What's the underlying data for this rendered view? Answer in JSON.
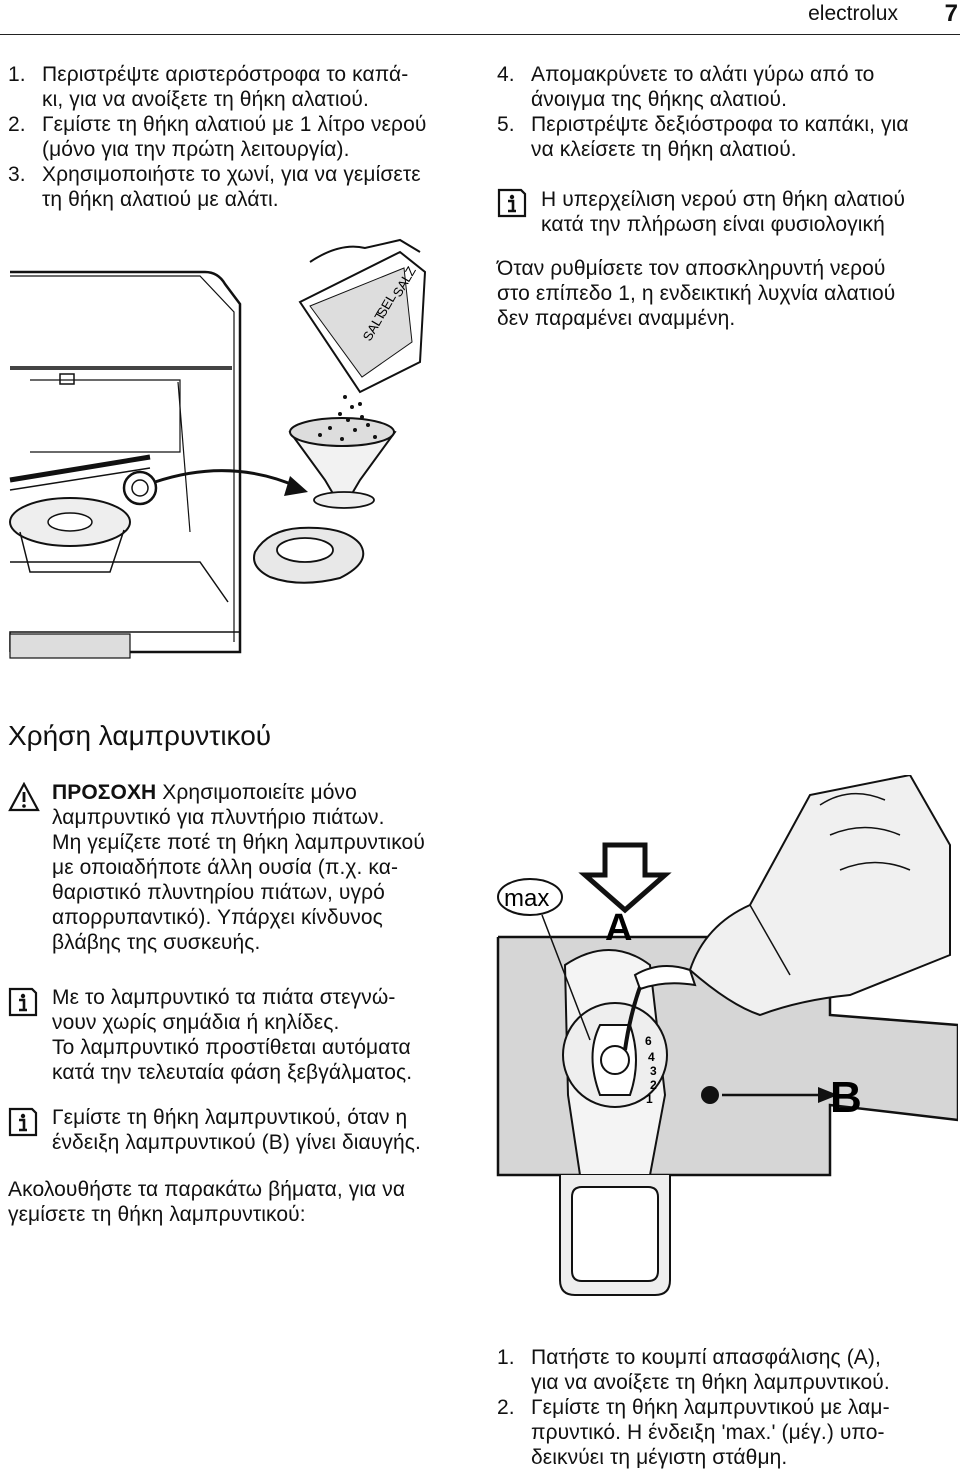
{
  "header": {
    "brand": "electrolux",
    "page_number": "7"
  },
  "salt_steps_left": [
    {
      "num": "1.",
      "lines": [
        "Περιστρέψτε αριστερόστροφα το καπά-",
        "κι, για να ανοίξετε τη θήκη αλατιού."
      ]
    },
    {
      "num": "2.",
      "lines": [
        "Γεμίστε τη θήκη αλατιού με 1 λίτρο νερού",
        "(μόνο για την πρώτη λειτουργία)."
      ]
    },
    {
      "num": "3.",
      "lines": [
        "Χρησιμοποιήστε το χωνί, για να γεμίσετε",
        "τη θήκη αλατιού με αλάτι."
      ]
    }
  ],
  "salt_steps_right": [
    {
      "num": "4.",
      "lines": [
        "Απομακρύνετε το αλάτι γύρω από το",
        "άνοιγμα της θήκης αλατιού."
      ]
    },
    {
      "num": "5.",
      "lines": [
        "Περιστρέψτε δεξιόστροφα το καπάκι, για",
        "να κλείσετε τη θήκη αλατιού."
      ]
    }
  ],
  "salt_info": {
    "lines": [
      "Η υπερχείλιση νερού στη θήκη αλατιού",
      "κατά την πλήρωση είναι φυσιολογική"
    ]
  },
  "salt_note": {
    "lines": [
      "Όταν ρυθμίσετε τον αποσκληρυντή νερού",
      "στο επίπεδο 1, η ενδεικτική λυχνία αλατιού",
      "δεν παραμένει αναμμένη."
    ]
  },
  "salt_illustration": {
    "package_labels": [
      "SALZ",
      "SEL",
      "SALT"
    ]
  },
  "rinse_section": {
    "title": "Χρήση λαμπρυντικού",
    "warning_label": "ΠΡΟΣΟΧΗ",
    "warning_lines": [
      "Χρησιμοποιείτε μόνο",
      "λαμπρυντικό για πλυντήριο πιάτων.",
      "Μη γεμίζετε ποτέ τη θήκη λαμπρυντικού",
      "με οποιαδήποτε άλλη ουσία (π.χ. κα-",
      "θαριστικό πλυντηρίου πιάτων, υγρό",
      "απορρυπαντικό). Υπάρχει κίνδυνος",
      "βλάβης της συσκευής."
    ],
    "info1_lines": [
      "Με το λαμπρυντικό τα πιάτα στεγνώ-",
      "νουν χωρίς σημάδια ή κηλίδες.",
      "Το λαμπρυντικό προστίθεται αυτόματα",
      "κατά την τελευταία φάση ξεβγάλματος."
    ],
    "info2_lines": [
      "Γεμίστε τη θήκη λαμπρυντικού, όταν η",
      "ένδειξη λαμπρυντικού (B) γίνει διαυγής."
    ],
    "follow_lines": [
      "Ακολουθήστε τα παρακάτω βήματα, για να",
      "γεμίσετε τη θήκη λαμπρυντικού:"
    ]
  },
  "rinse_illustration": {
    "max_label": "max",
    "label_a": "A",
    "label_b": "B",
    "dial_numbers": [
      "6",
      "4",
      "3",
      "2",
      "1"
    ]
  },
  "rinse_steps": [
    {
      "num": "1.",
      "lines": [
        "Πατήστε το κουμπί απασφάλισης (A),",
        "για να ανοίξετε τη θήκη λαμπρυντικού."
      ]
    },
    {
      "num": "2.",
      "lines": [
        "Γεμίστε τη θήκη λαμπρυντικού με λαμ-",
        "πρυντικό. Η ένδειξη 'max.' (μέγ.) υπο-",
        "δεικνύει τη μέγιστη στάθμη."
      ]
    }
  ]
}
